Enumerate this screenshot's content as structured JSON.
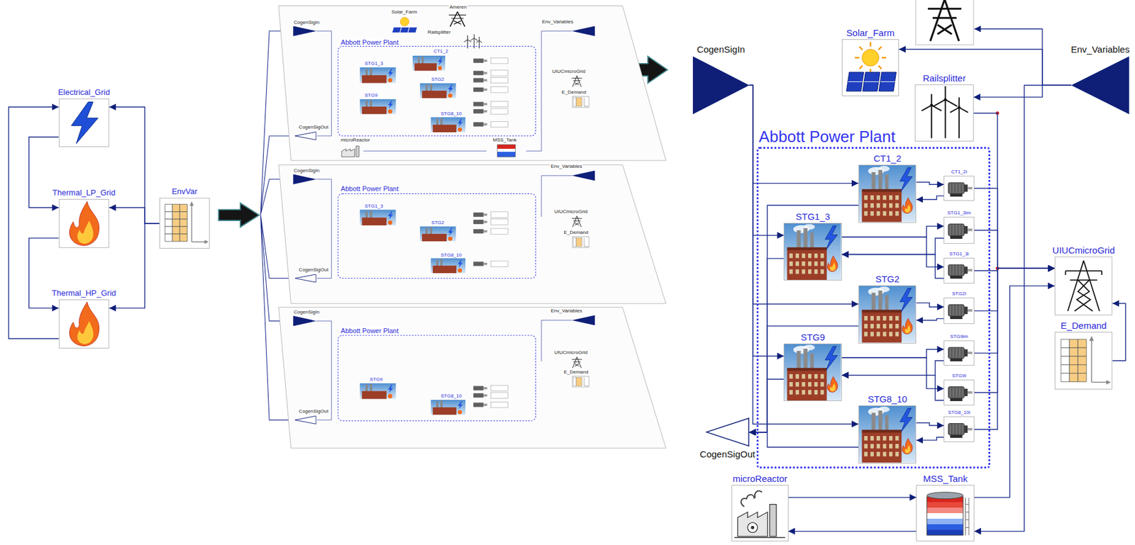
{
  "diagram": {
    "nodes": [
      {
        "text": [
          "Electrical_Grid"
        ]
      },
      {
        "text": [
          "Thermal_LP_Grid"
        ]
      },
      {
        "text": [
          "Thermal_HP_Grid"
        ]
      },
      {
        "text": [
          "EnvVar"
        ]
      },
      {
        "text": [
          "CogenSigIn"
        ]
      },
      {
        "text": [
          "Solar_Farm"
        ]
      },
      {
        "text": [
          "Railsplitter"
        ]
      },
      {
        "text": [
          "Env_Variables"
        ]
      },
      {
        "text": [
          "Abbott Power Plant"
        ]
      },
      {
        "text": [
          "CT1_2"
        ],
        "in": 8
      },
      {
        "text": [
          "CT1_2i"
        ],
        "in": 8
      },
      {
        "text": [
          "STG1_3"
        ],
        "in": 8
      },
      {
        "text": [
          "STG1_3im"
        ],
        "in": 8
      },
      {
        "text": [
          "STG1_3i"
        ],
        "in": 8
      },
      {
        "text": [
          "STG2"
        ],
        "in": 8
      },
      {
        "text": [
          "STG2i"
        ],
        "in": 8
      },
      {
        "text": [
          "STG9"
        ],
        "in": 8
      },
      {
        "text": [
          "STG9im"
        ],
        "in": 8
      },
      {
        "text": [
          "STG9i"
        ],
        "in": 8
      },
      {
        "text": [
          "STG8_10"
        ],
        "in": 8
      },
      {
        "text": [
          "STG8_10i"
        ],
        "in": 8
      },
      {
        "text": [
          "UIUCmicroGrid"
        ]
      },
      {
        "text": [
          "E_Demand"
        ]
      },
      {
        "text": [
          "CogenSigOut"
        ]
      },
      {
        "text": [
          "microReactor"
        ]
      },
      {
        "text": [
          "MSS_Tank"
        ]
      }
    ],
    "edges": [
      {
        "from": 3,
        "to": 0,
        "arrow": "to"
      },
      {
        "from": 3,
        "to": 1,
        "arrow": "to"
      },
      {
        "from": 3,
        "to": 2,
        "arrow": "to"
      },
      {
        "from": 0,
        "to": 1,
        "arrow": "to"
      },
      {
        "from": 1,
        "to": 2,
        "arrow": "to"
      },
      {
        "from": 2,
        "to": 0,
        "arrow": "to"
      },
      {
        "from": 4,
        "to": 9,
        "arrow": "to"
      },
      {
        "from": 4,
        "to": 11,
        "arrow": "to"
      },
      {
        "from": 4,
        "to": 14,
        "arrow": "to"
      },
      {
        "from": 4,
        "to": 16,
        "arrow": "to"
      },
      {
        "from": 4,
        "to": 19,
        "arrow": "to"
      },
      {
        "from": 9,
        "to": 23,
        "arrow": "to"
      },
      {
        "from": 11,
        "to": 23,
        "arrow": "to"
      },
      {
        "from": 14,
        "to": 23,
        "arrow": "to"
      },
      {
        "from": 16,
        "to": 23,
        "arrow": "to"
      },
      {
        "from": 19,
        "to": 23,
        "arrow": "to"
      },
      {
        "from": 9,
        "to": 10,
        "arrow": "to"
      },
      {
        "from": 10,
        "to": 9,
        "arrow": "to"
      },
      {
        "from": 11,
        "to": 12,
        "arrow": "to"
      },
      {
        "from": 11,
        "to": 13,
        "arrow": "to"
      },
      {
        "from": 12,
        "to": 11,
        "arrow": "to"
      },
      {
        "from": 13,
        "to": 11,
        "arrow": "to"
      },
      {
        "from": 14,
        "to": 15,
        "arrow": "to"
      },
      {
        "from": 15,
        "to": 14,
        "arrow": "to"
      },
      {
        "from": 16,
        "to": 17,
        "arrow": "to"
      },
      {
        "from": 16,
        "to": 18,
        "arrow": "to"
      },
      {
        "from": 17,
        "to": 16,
        "arrow": "to"
      },
      {
        "from": 18,
        "to": 16,
        "arrow": "to"
      },
      {
        "from": 19,
        "to": 20,
        "arrow": "to"
      },
      {
        "from": 20,
        "to": 19,
        "arrow": "to"
      },
      {
        "from": 10,
        "to": 21,
        "arrow": "to"
      },
      {
        "from": 12,
        "to": 21,
        "arrow": "to"
      },
      {
        "from": 13,
        "to": 21,
        "arrow": "to"
      },
      {
        "from": 15,
        "to": 21,
        "arrow": "to"
      },
      {
        "from": 17,
        "to": 21,
        "arrow": "to"
      },
      {
        "from": 18,
        "to": 21,
        "arrow": "to"
      },
      {
        "from": 20,
        "to": 21,
        "arrow": "to"
      },
      {
        "from": 6,
        "to": 21,
        "arrow": "to"
      },
      {
        "from": 7,
        "to": 5,
        "arrow": "to"
      },
      {
        "from": 7,
        "to": 6,
        "arrow": "to"
      },
      {
        "from": 7,
        "to": 25,
        "arrow": "to"
      },
      {
        "from": 25,
        "to": 21,
        "arrow": "to"
      },
      {
        "from": 24,
        "to": 25,
        "arrow": "to"
      },
      {
        "from": 25,
        "to": 24,
        "arrow": "to"
      },
      {
        "from": 22,
        "to": 21,
        "arrow": "to"
      }
    ],
    "labels": [
      "CogenSigIn",
      "Solar_Farm",
      "Ameren",
      "Railsplitter",
      "Env_Variables",
      "Abbott Power Plant",
      "CT1_2",
      "STG1_3",
      "STG2",
      "STG9",
      "STG8_10",
      "UIUCmicroGrid",
      "E_Demand",
      "CogenSigOut",
      "microReactor",
      "MSS_Tank",
      "CogenSigIn",
      "Env_Variables",
      "Abbott Power Plant",
      "STG1_3",
      "STG2",
      "STG8_10",
      "UIUCmicroGrid",
      "E_Demand",
      "CogenSigOut",
      "CogenSigIn",
      "Env_Variables",
      "Abbott Power Plant",
      "STG9",
      "STG8_10",
      "UIUCmicroGrid",
      "E_Demand",
      "CogenSigOut"
    ]
  }
}
